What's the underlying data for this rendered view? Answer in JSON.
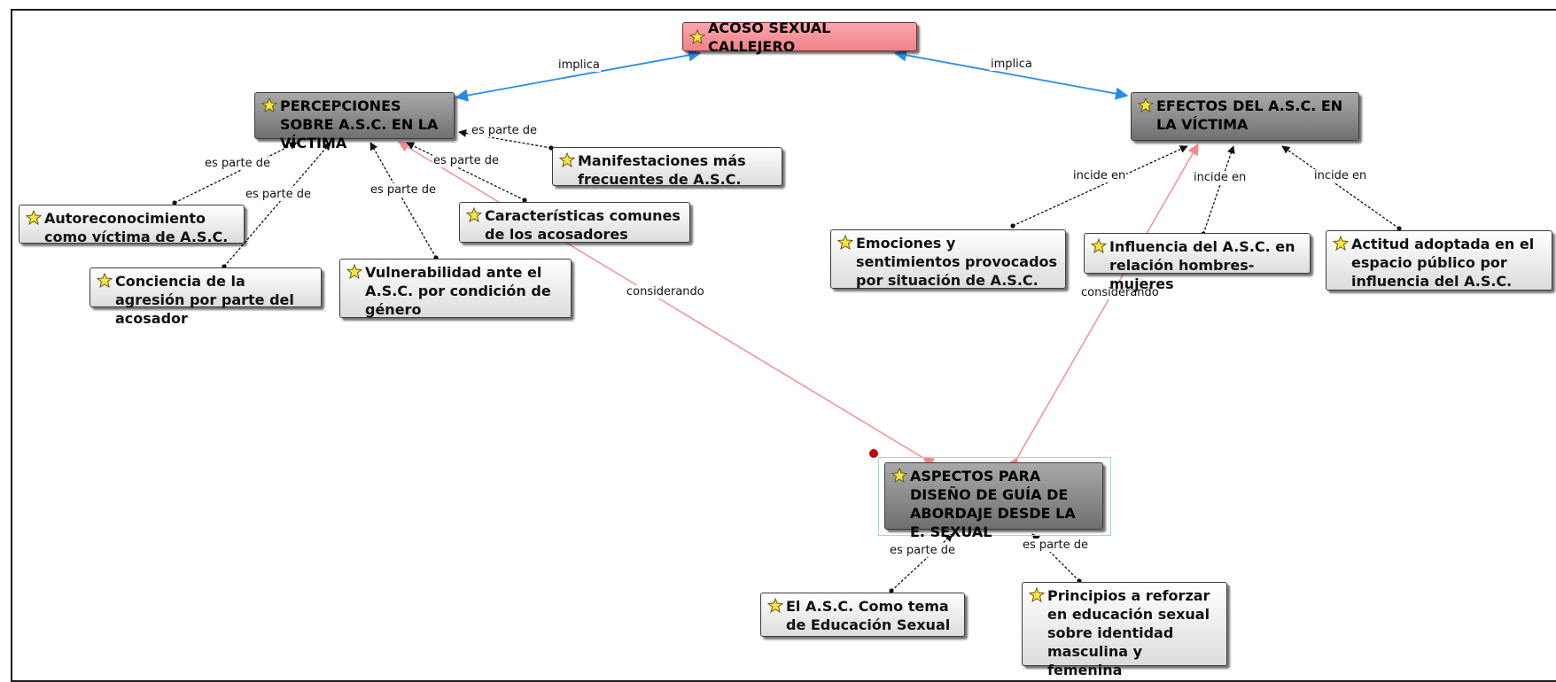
{
  "colors": {
    "root_fill": "#f08a90",
    "secondary_fill": "#8d8d8d",
    "leaf_fill": "#eeeeee",
    "implica_link": "#2a8be8",
    "considerando_link": "#f19696",
    "es_parte_de_link": "#111111",
    "selection": "#8fe3c4",
    "marker": "#c00000"
  },
  "icons": {
    "node": "concept-star-icon"
  },
  "nodes": {
    "root": "ACOSO SEXUAL CALLEJERO",
    "percepciones": "PERCEPCIONES SOBRE A.S.C. EN LA VÍCTIMA",
    "efectos": "EFECTOS DEL A.S.C. EN LA VÍCTIMA",
    "aspectos": "ASPECTOS PARA DISEÑO DE GUÍA DE ABORDAJE DESDE LA E. SEXUAL",
    "manifestaciones": "Manifestaciones más frecuentes de A.S.C.",
    "autoreconocimiento": "Autoreconocimiento como víctima de A.S.C.",
    "conciencia": "Conciencia de la agresión por parte del acosador",
    "vulnerabilidad": "Vulnerabilidad ante el A.S.C. por condición de género",
    "caracteristicas": "Características comunes de los acosadores",
    "emociones": "Emociones y sentimientos provocados por situación de A.S.C.",
    "influencia": "Influencia del A.S.C. en relación hombres-mujeres",
    "actitud": "Actitud adoptada en el espacio público por influencia del A.S.C.",
    "tema": "El A.S.C. Como tema de Educación Sexual",
    "principios": "Principios a reforzar en educación sexual sobre identidad masculina y femenina"
  },
  "link_labels": {
    "implica_left": "implica",
    "implica_right": "implica",
    "parte_manifestaciones": "es parte de",
    "parte_autoreconocimiento": "es parte de",
    "parte_conciencia": "es parte de",
    "parte_vulnerabilidad": "es parte de",
    "parte_caracteristicas": "es parte de",
    "incide_emociones": "incide en",
    "incide_influencia": "incide en",
    "incide_actitud": "incide en",
    "considerando_left": "considerando",
    "considerando_right": "considerando",
    "parte_tema": "es parte de",
    "parte_principios": "es parte de"
  }
}
